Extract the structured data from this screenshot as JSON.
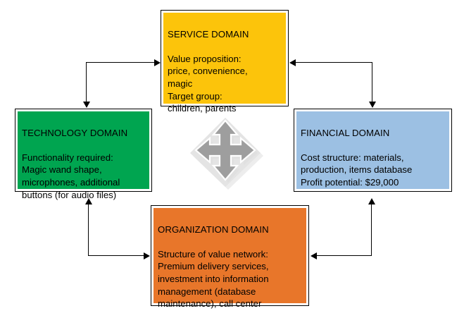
{
  "diagram": {
    "type": "four-domain-business-model",
    "center_icon": "four-way-move-arrow-icon",
    "boxes": [
      {
        "id": "service",
        "title": "SERVICE DOMAIN",
        "body": "Value proposition:\nprice, convenience,\nmagic\nTarget group:\nchildren, parents",
        "color": "#FCC40B"
      },
      {
        "id": "technology",
        "title": "TECHNOLOGY  DOMAIN",
        "body": "Functionality required:\nMagic wand shape,\nmicrophones, additional\nbuttons (for audio files)",
        "color": "#00A550"
      },
      {
        "id": "financial",
        "title": "FINANCIAL DOMAIN",
        "body": "Cost structure: materials,\nproduction, items database\nProfit potential: $29,000",
        "color": "#9CC0E3"
      },
      {
        "id": "organization",
        "title": "ORGANIZATION DOMAIN",
        "body": "Structure of value network:\nPremium delivery services,\ninvestment into information\nmanagement (database\nmaintenance), call center",
        "color": "#E8762A"
      }
    ],
    "connectors": [
      {
        "id": "tech-to-service",
        "from": "technology",
        "to": "service",
        "arrow": "right"
      },
      {
        "id": "service-to-tech",
        "from": "service",
        "to": "technology",
        "arrow": "down"
      },
      {
        "id": "financial-to-service",
        "from": "financial",
        "to": "service",
        "arrow": "left"
      },
      {
        "id": "service-to-financial",
        "from": "service",
        "to": "financial",
        "arrow": "down"
      },
      {
        "id": "organization-to-tech",
        "from": "organization",
        "to": "technology",
        "arrow": "up"
      },
      {
        "id": "tech-to-organization",
        "from": "technology",
        "to": "organization",
        "arrow": "right"
      },
      {
        "id": "organization-to-fin",
        "from": "organization",
        "to": "financial",
        "arrow": "up"
      },
      {
        "id": "financial-to-organization",
        "from": "financial",
        "to": "organization",
        "arrow": "left"
      }
    ],
    "colors": {
      "line": "#000000",
      "background": "#FFFFFF",
      "icon_arrow": "#9E9E9E",
      "icon_diamond": "#E2E2E2"
    }
  }
}
